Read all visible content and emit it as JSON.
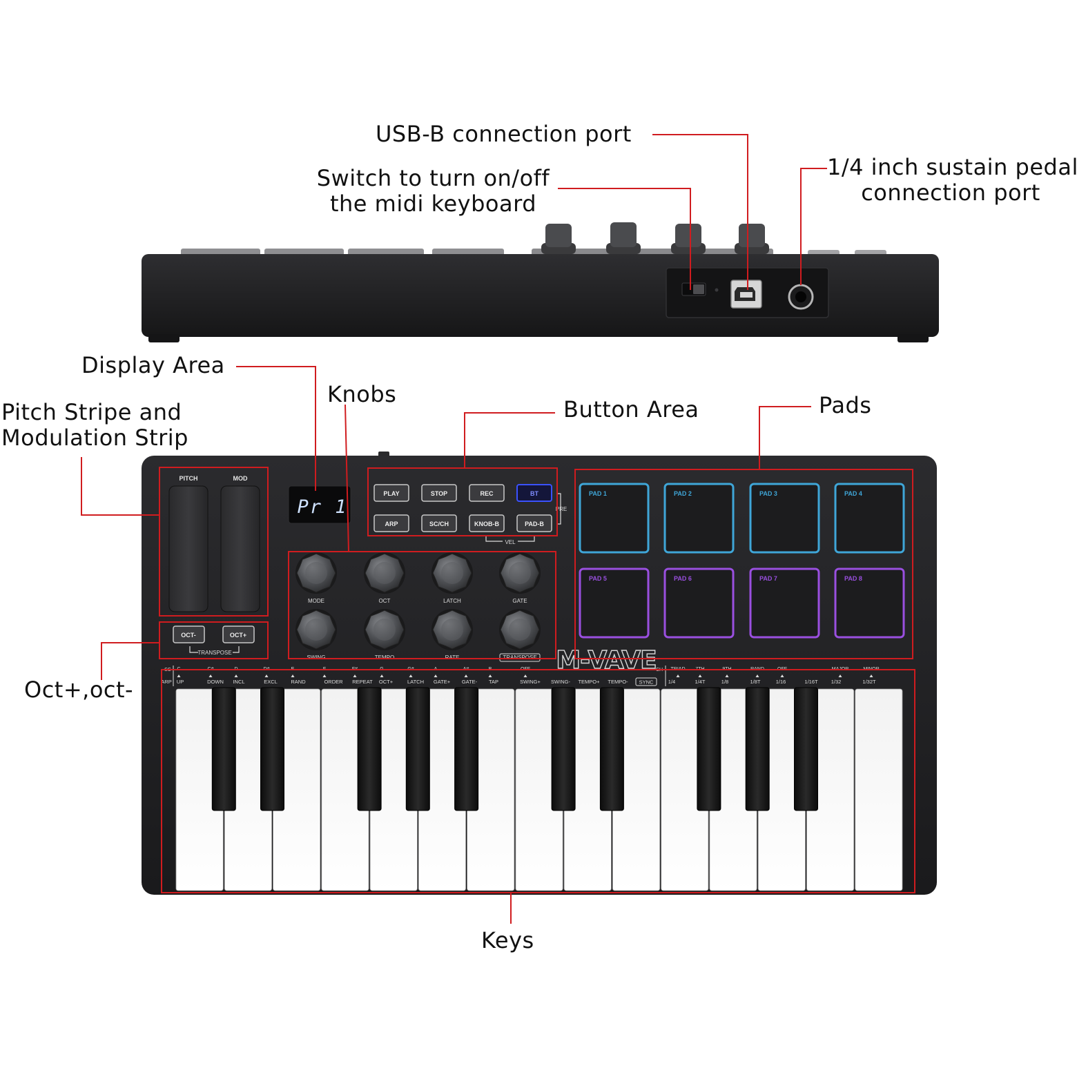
{
  "brand": {
    "name": "M-VAVE"
  },
  "colors": {
    "annotation_red": "#d01c1f",
    "device_body": "#1d1d1f",
    "device_edge": "#2a2a2c",
    "pad_blue": "#3fa6d8",
    "pad_purple": "#9a4fe0",
    "bt_blue": "#3b52ff",
    "key_white": "#ffffff",
    "key_black": "#141414"
  },
  "callouts": {
    "usb": "USB-B connection port",
    "switch": [
      "Switch to turn on/off",
      "the midi keyboard"
    ],
    "sustain": [
      "1/4 inch sustain pedal",
      "connection port"
    ],
    "display_area": "Display Area",
    "knobs": "Knobs",
    "button_area": "Button Area",
    "pads": "Pads",
    "pitch_mod": [
      "Pitch Stripe and",
      "Modulation Strip"
    ],
    "oct": "Oct+,oct-",
    "keys": "Keys"
  },
  "strips": {
    "pitch": "PITCH",
    "mod": "MOD"
  },
  "display": {
    "text": "Pr 1"
  },
  "buttons": {
    "row1": [
      {
        "label": "PLAY",
        "icon": "play-button"
      },
      {
        "label": "STOP",
        "icon": "stop-button"
      },
      {
        "label": "REC",
        "icon": "rec-button"
      },
      {
        "label": "BT",
        "icon": "bt-button"
      }
    ],
    "row2": [
      {
        "label": "ARP",
        "icon": "arp-button"
      },
      {
        "label": "SC/CH",
        "icon": "scch-button"
      },
      {
        "label": "KNOB-B",
        "icon": "knob-b-button"
      },
      {
        "label": "PAD-B",
        "icon": "pad-b-button"
      }
    ],
    "pre_label": "PRE",
    "vel_label": "VEL"
  },
  "transpose": {
    "oct_minus": "OCT-",
    "oct_plus": "OCT+",
    "label": "TRANSPOSE"
  },
  "knobs": {
    "row1": [
      "MODE",
      "OCT",
      "LATCH",
      "GATE"
    ],
    "row2": [
      "SWING",
      "TEMPO",
      "RATE",
      "TRANSPOSE"
    ]
  },
  "pads": [
    "PAD 1",
    "PAD 2",
    "PAD 3",
    "PAD 4",
    "PAD 5",
    "PAD 6",
    "PAD 7",
    "PAD 8"
  ],
  "key_labels": {
    "sc_label": "SC",
    "arp_label": "ARP",
    "chord_label": "CH",
    "sync_label": "SYNC",
    "upper": [
      "C",
      "C#",
      "D",
      "D#",
      "E",
      "F",
      "F#",
      "G",
      "G#",
      "A",
      "A#",
      "B",
      "OFF",
      "",
      "",
      "",
      "",
      "TRIAD",
      "7TH",
      "9TH",
      "RAND",
      "OFF",
      "",
      "MAJOR",
      "MINOR"
    ],
    "lower": [
      "UP",
      "DOWN",
      "INCL",
      "EXCL",
      "RAND",
      "ORDER",
      "REPEAT",
      "OCT+",
      "LATCH",
      "GATE+",
      "GATE-",
      "TAP",
      "SWING+",
      "SWING-",
      "TEMPO+",
      "TEMPO-",
      "",
      "1/4",
      "1/4T",
      "1/8",
      "1/8T",
      "1/16",
      "1/16T",
      "1/32",
      "1/32T"
    ]
  }
}
